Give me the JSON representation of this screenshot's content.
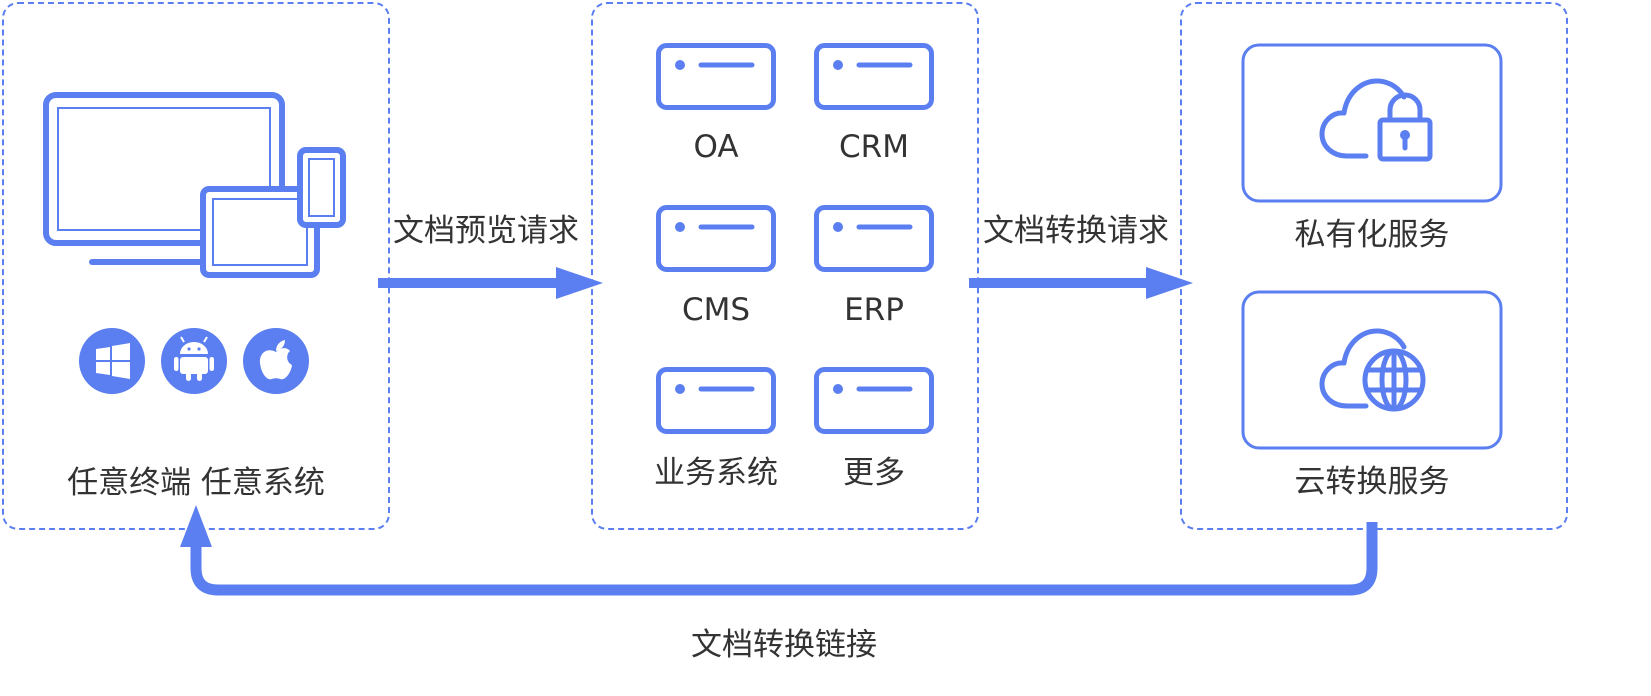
{
  "left_panel": {
    "label": "任意终端 任意系统",
    "os_icons": [
      "windows-icon",
      "android-icon",
      "apple-icon"
    ]
  },
  "middle_panel": {
    "systems": [
      {
        "label": "OA"
      },
      {
        "label": "CRM"
      },
      {
        "label": "CMS"
      },
      {
        "label": "ERP"
      },
      {
        "label": "业务系统"
      },
      {
        "label": "更多"
      }
    ]
  },
  "right_panel": {
    "services": [
      {
        "label": "私有化服务",
        "icon": "cloud-lock-icon"
      },
      {
        "label": "云转换服务",
        "icon": "cloud-globe-icon"
      }
    ]
  },
  "arrows": {
    "preview_request": "文档预览请求",
    "convert_request": "文档转换请求",
    "convert_link": "文档转换链接"
  },
  "colors": {
    "accent": "#5b7ff0",
    "text": "#333333"
  }
}
